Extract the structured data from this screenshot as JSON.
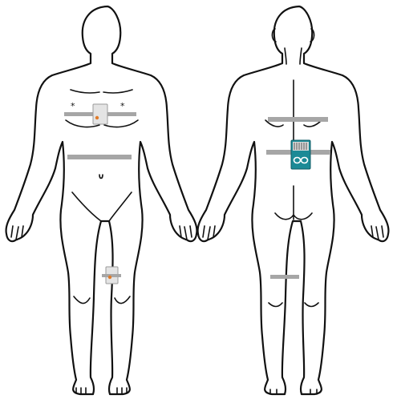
{
  "colors": {
    "outline": "#111111",
    "strap": "#a6a6a6",
    "sensor_fill": "#e4e4e4",
    "sensor_border": "#9a9a9a",
    "led": "#e07b2a",
    "board": "#1c8a96",
    "board_mark": "#ffffff"
  },
  "views": {
    "front": {
      "straps": [
        "chest",
        "waist"
      ],
      "sensors": [
        "chest-sensor",
        "thigh-sensor"
      ],
      "markers": [
        "*",
        "*"
      ]
    },
    "back": {
      "straps": [
        "upper-back",
        "lower-back",
        "thigh"
      ],
      "devices": [
        "microcontroller-board"
      ],
      "board_icon": "infinity-logo-icon"
    }
  }
}
